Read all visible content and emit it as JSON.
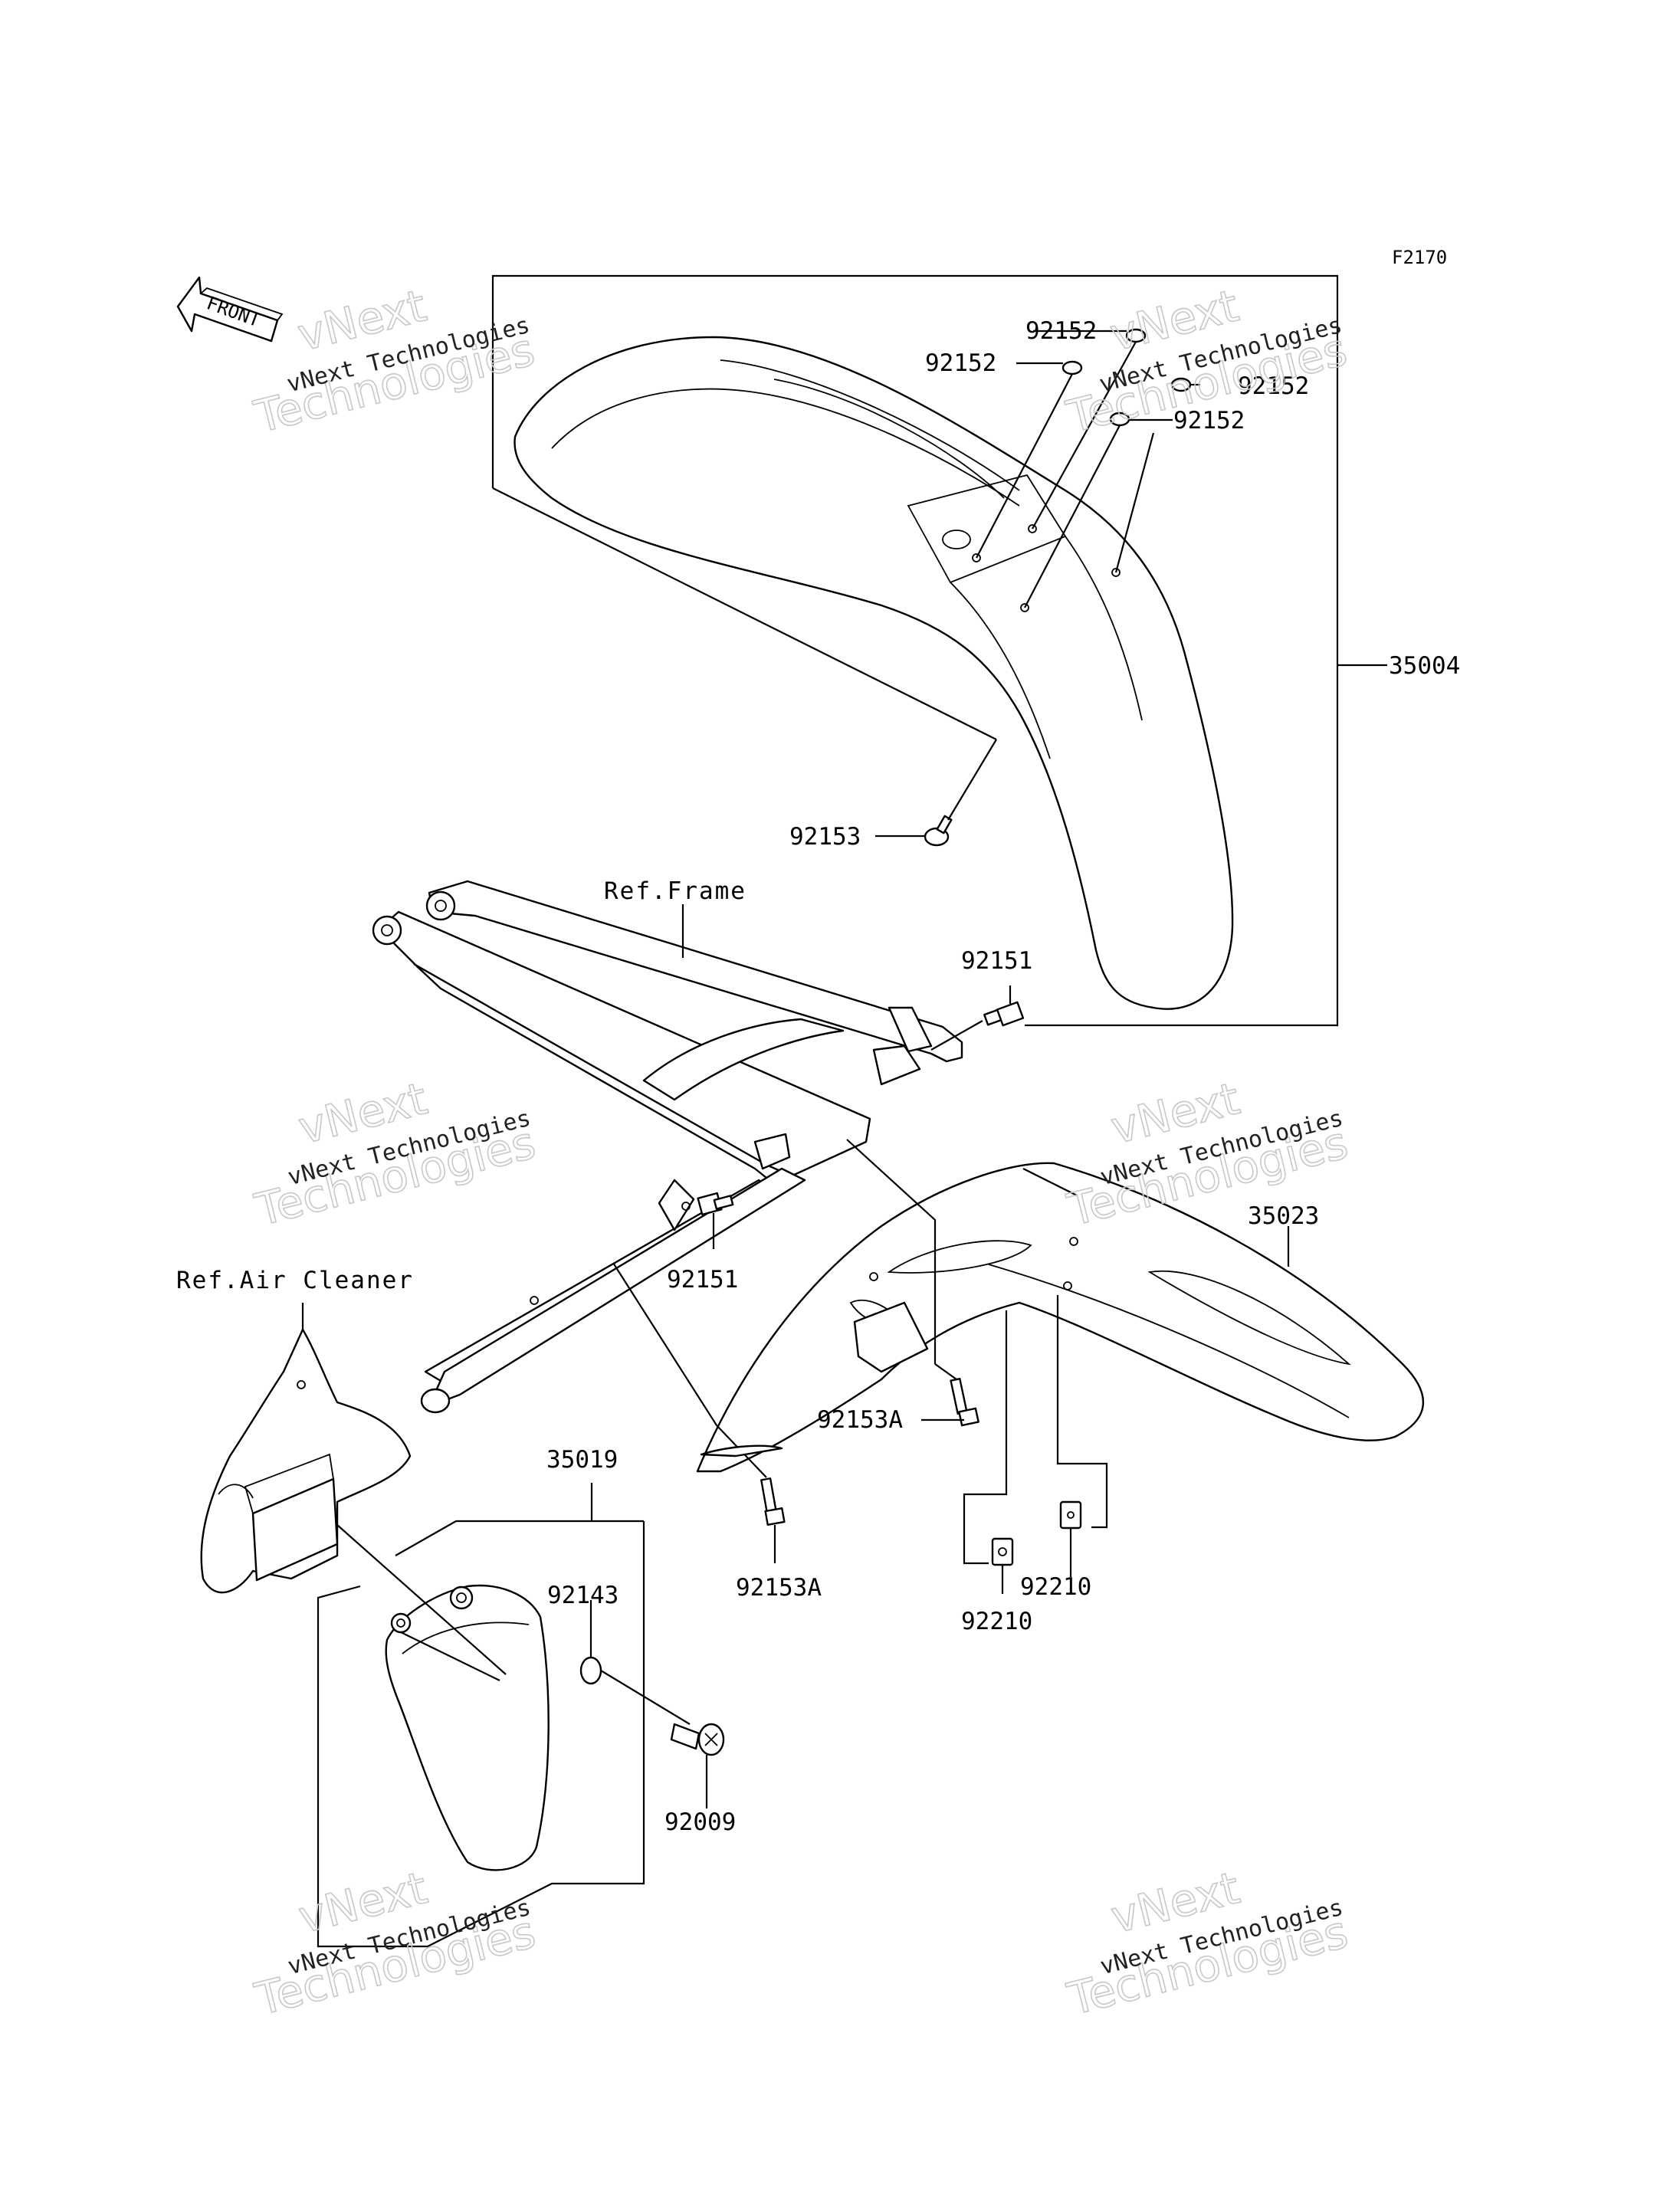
{
  "figure_code": "F2170",
  "front_label": "FRONT",
  "references": {
    "frame": "Ref.Frame",
    "air_cleaner": "Ref.Air Cleaner"
  },
  "parts": {
    "front_fender_assy": "35004",
    "rear_fender": "35023",
    "mud_flap": "35019",
    "washer_a": "92152",
    "washer_b": "92152",
    "washer_c": "92152",
    "washer_d": "92152",
    "screw_front": "92153",
    "bolt_upper": "92151",
    "bolt_lower": "92151",
    "bolt_rear_right": "92153A",
    "bolt_rear_left": "92153A",
    "nut_left": "92210",
    "nut_right": "92210",
    "washer_flap": "92143",
    "screw_flap": "92009"
  },
  "watermark": {
    "line1": "vNext Technologies",
    "line2": "vNext",
    "line3": "Technologies"
  }
}
